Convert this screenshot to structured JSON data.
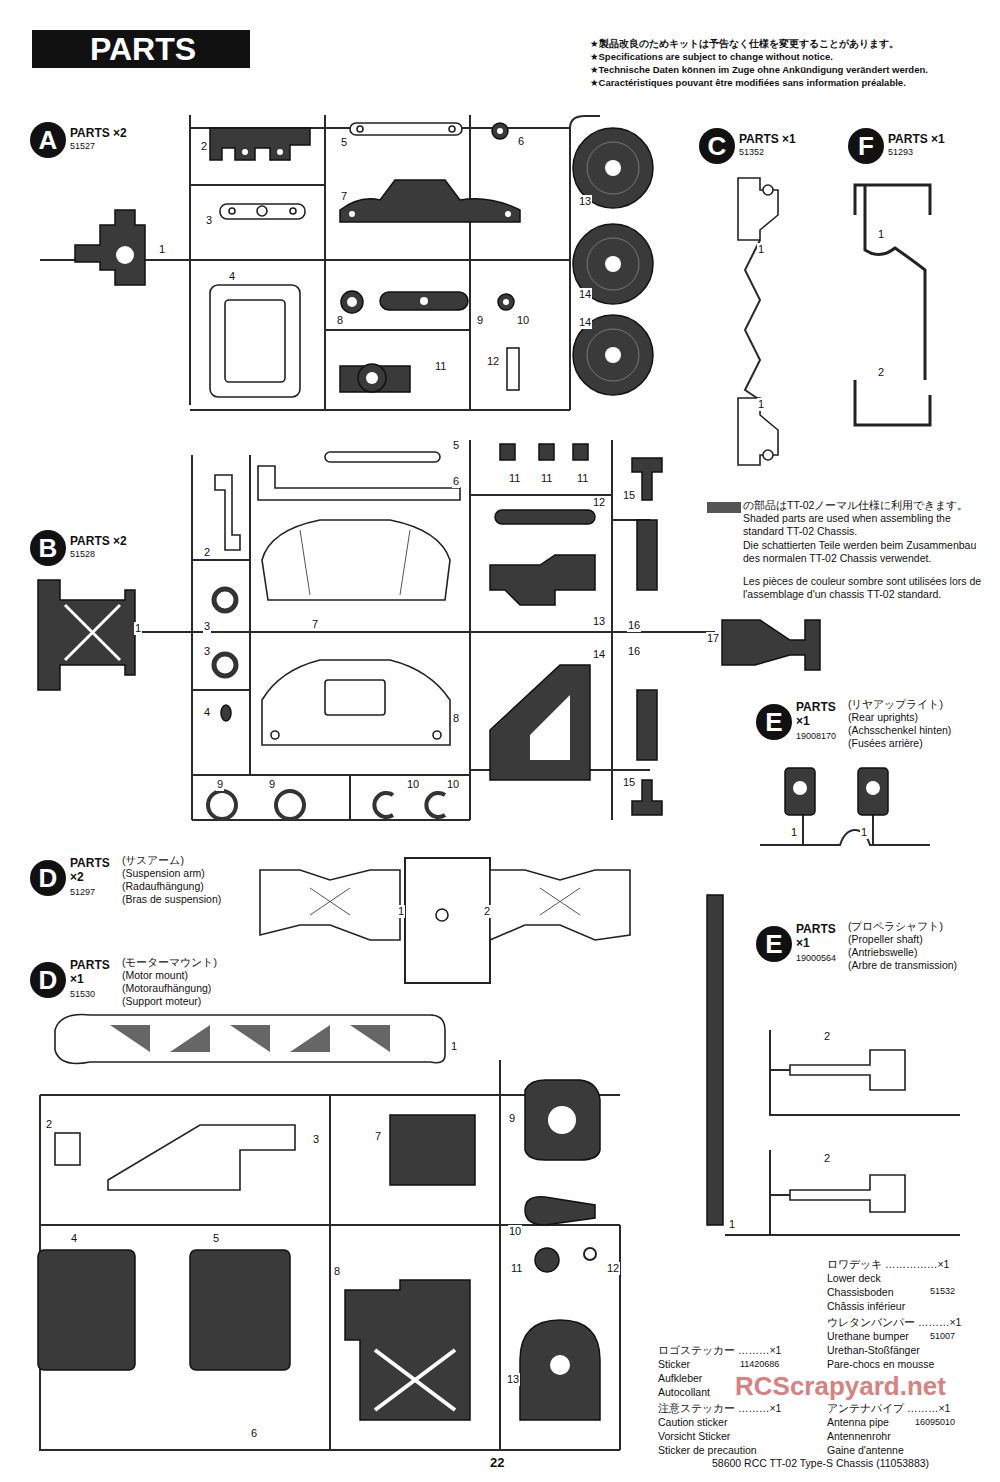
{
  "diagram": {
    "title": "PARTS",
    "nodes": [
      {
        "text": [
          "A",
          "PARTS ×2",
          "51527"
        ]
      },
      {
        "text": [
          "C",
          "PARTS ×1",
          "51352"
        ]
      },
      {
        "text": [
          "F",
          "PARTS ×1",
          "51293"
        ]
      },
      {
        "text": [
          "B",
          "PARTS ×2",
          "51528"
        ]
      },
      {
        "text": [
          "E",
          "PARTS ×1",
          "19008170",
          "(リヤアップライト)",
          "(Rear uprights)",
          "(Achsschenkel hinten)",
          "(Fusées arrière)"
        ]
      },
      {
        "text": [
          "D",
          "PARTS ×2",
          "51297",
          "(サスアーム)",
          "(Suspension arm)",
          "(Radaufhängung)",
          "(Bras de suspension)"
        ]
      },
      {
        "text": [
          "E",
          "PARTS ×1",
          "19000564",
          "(プロペラシャフト)",
          "(Propeller shaft)",
          "(Antriebswelle)",
          "(Arbre de transmission)"
        ]
      },
      {
        "text": [
          "D",
          "PARTS ×1",
          "51530",
          "(モーターマウント)",
          "(Motor mount)",
          "(Motoraufhängung)",
          "(Support moteur)"
        ]
      }
    ],
    "labels": [
      "★製品改良のためキットは予告なく仕様を変更することがあります。",
      "★Specifications are subject to change without notice.",
      "★Technische Daten können im Zuge ohne Ankündigung verändert werden.",
      "★Caractéristiques pouvant être modifiées sans information préalable.",
      "1",
      "2",
      "3",
      "4",
      "5",
      "6",
      "7",
      "8",
      "9",
      "10",
      "11",
      "12",
      "13",
      "14",
      "14",
      "1",
      "2",
      "3",
      "3",
      "4",
      "5",
      "6",
      "7",
      "8",
      "9",
      "9",
      "10",
      "10",
      "11",
      "11",
      "11",
      "12",
      "13",
      "14",
      "15",
      "15",
      "16",
      "16",
      "17",
      "Shaded parts are used when assembling the standard TT-02 Chassis.",
      "Die schattierten Teile werden beim Zusammenbau des normalen TT-02 Chassis verwendet.",
      "Les pièces de couleur sombre sont utilisées lors de l'assemblage d'un chassis TT-02 standard.",
      "1",
      "1",
      "1",
      "2",
      "1",
      "1",
      "1",
      "2",
      "1",
      "2",
      "3",
      "4",
      "5",
      "6",
      "7",
      "8",
      "9",
      "10",
      "11",
      "12",
      "13",
      "1",
      "2",
      "2",
      "ロワデッキ ……………×1",
      "Lower deck",
      "51532",
      "Chassisboden",
      "Châssis inférieur",
      "ウレタンバンパー ………×1",
      "Urethane bumper",
      "51007",
      "Urethan-Stoßfänger",
      "Pare-chocs en mousse",
      "ロゴステッカー ………×1",
      "Sticker",
      "11420686",
      "Aufkleber",
      "Autocollant",
      "注意ステッカー ………×1",
      "Caution sticker",
      "Vorsicht Sticker",
      "Sticker de precaution",
      "アンテナパイプ ………×1",
      "Antenna pipe",
      "16095010",
      "Antennenrohr",
      "Gaine d'antenne",
      "22",
      "58600 RCC TT-02 Type-S Chassis (11053883)",
      "RCScrapyard.net"
    ],
    "legend": [
      {
        "text": "の部品はTT-02ノーマル仕様に利用できます。",
        "color": "#555555"
      }
    ]
  }
}
